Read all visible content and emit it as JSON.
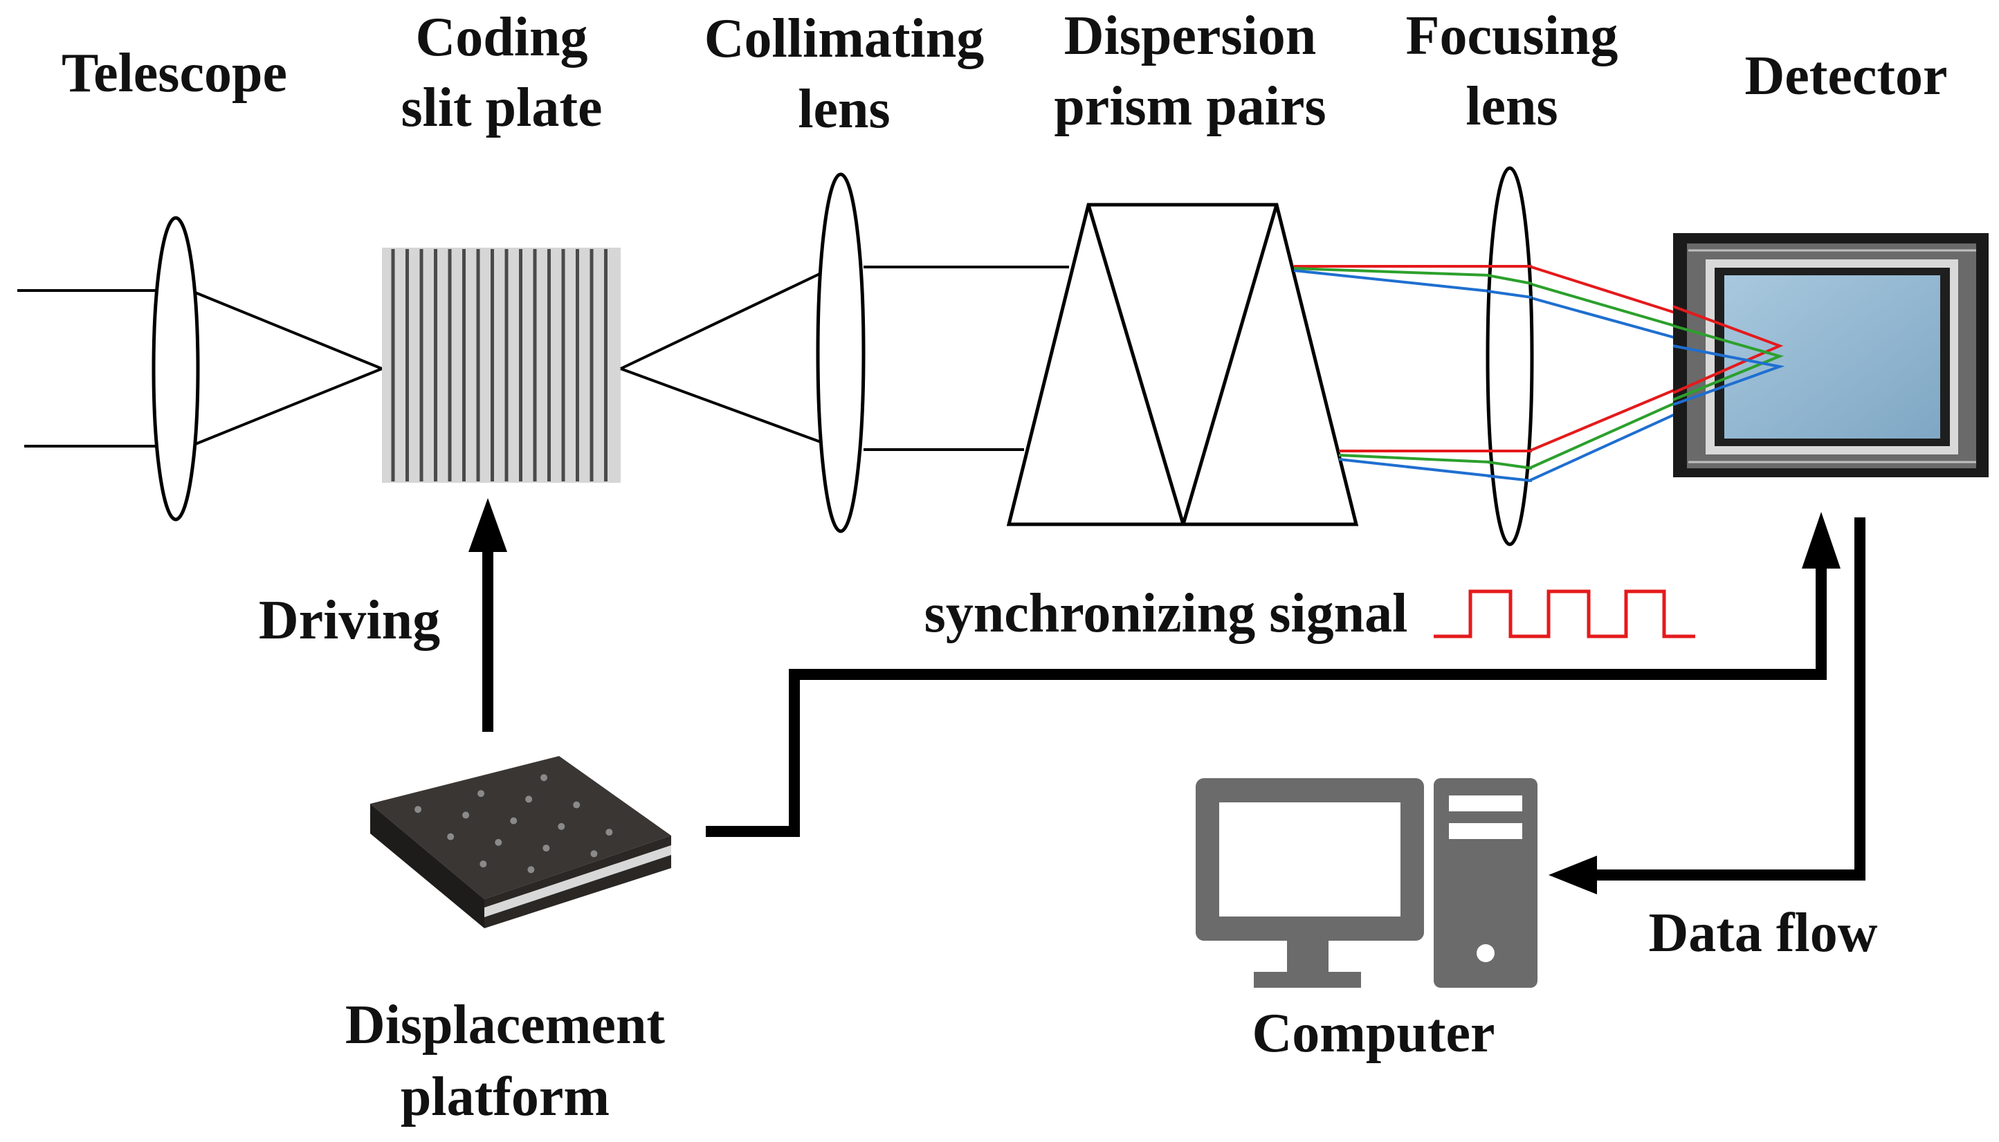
{
  "labels": {
    "telescope": "Telescope",
    "coding_slit_line1": "Coding",
    "coding_slit_line2": "slit plate",
    "collimating_line1": "Collimating",
    "collimating_line2": "lens",
    "dispersion_line1": "Dispersion",
    "dispersion_line2": "prism pairs",
    "focusing_line1": "Focusing",
    "focusing_line2": "lens",
    "detector": "Detector",
    "driving": "Driving",
    "sync_signal": "synchronizing signal",
    "displacement_line1": "Displacement",
    "displacement_line2": "platform",
    "computer": "Computer",
    "data_flow": "Data flow"
  },
  "colors": {
    "line": "#000000",
    "red": "#e41a1c",
    "green": "#2ca02c",
    "blue": "#1f6fd0",
    "slit_bg": "#d6d6d6",
    "slit_line": "#4a4a4a",
    "computer_gray": "#6b6b6b",
    "detector_frame": "#2a2a2a",
    "detector_chip": "#8fb5d0",
    "platform_top": "#3a3634",
    "platform_side": "#1e1c1b"
  },
  "icons": {
    "computer": "desktop-computer-icon",
    "platform": "linear-stage-icon",
    "detector": "ccd-sensor-icon"
  }
}
